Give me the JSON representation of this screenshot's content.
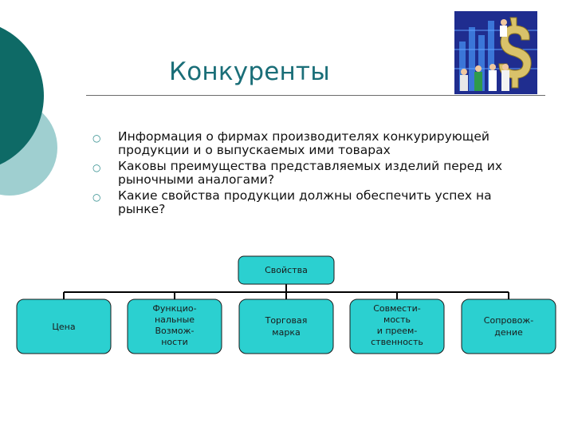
{
  "slide": {
    "title": "Конкуренты",
    "clipart_icon": "dollar-business-people-clipart",
    "accent_color": "#2bd0d0",
    "bullets": [
      "Информация о фирмах производителях конкурирующей продукции и о выпускаемых ими товарах",
      "Каковы преимущества представляемых изделий перед их рыночными аналогами?",
      "Какие свойства продукции должны обеспечить успех на рынке?"
    ]
  },
  "diagram": {
    "root": "Свойства",
    "children": [
      [
        "Цена"
      ],
      [
        "Функцио-",
        "нальные",
        "Возмож-",
        "ности"
      ],
      [
        "Торговая",
        "марка"
      ],
      [
        "Совмести-",
        "мость",
        "и преем-",
        "ственность"
      ],
      [
        "Сопровож-",
        "дение"
      ]
    ]
  }
}
